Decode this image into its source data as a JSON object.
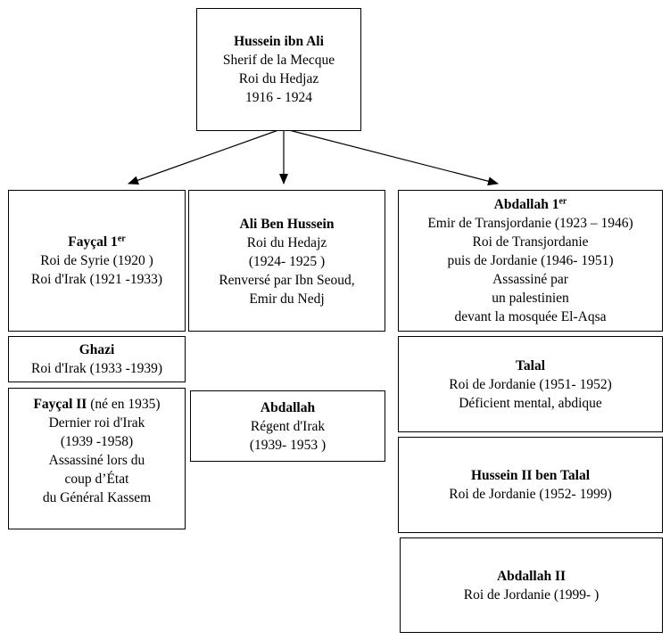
{
  "root": {
    "name": "Hussein ibn Ali",
    "lines": [
      "Sherif de la Mecque",
      "Roi du Hedjaz",
      "1916 - 1924"
    ]
  },
  "faycal1": {
    "name": "Fayçal 1",
    "sup": "er",
    "lines": [
      "Roi de Syrie  (1920 )",
      "Roi d'Irak (1921 -1933)"
    ]
  },
  "ali": {
    "name": "Ali Ben Hussein",
    "lines": [
      "Roi du Hedajz",
      "(1924- 1925 )",
      "Renversé par Ibn Seoud,",
      "Emir du Nedj"
    ]
  },
  "abdallah1": {
    "name": "Abdallah 1",
    "sup": "er",
    "lines": [
      "Emir de Transjordanie (1923 – 1946)",
      "Roi de Transjordanie",
      "puis de Jordanie  (1946- 1951)",
      "Assassiné par",
      "un palestinien",
      "devant la mosquée El-Aqsa"
    ]
  },
  "ghazi": {
    "name": "Ghazi",
    "lines": [
      "Roi d'Irak (1933 -1939)"
    ]
  },
  "faycal2": {
    "name": "Fayçal II",
    "name_suffix": " (né en 1935)",
    "lines": [
      "Dernier roi d'Irak",
      "(1939 -1958)",
      "Assassiné lors du",
      "coup d’État",
      "du Général Kassem"
    ]
  },
  "abdallah_regent": {
    "name": "Abdallah",
    "lines": [
      "Régent d'Irak",
      "(1939- 1953 )"
    ]
  },
  "talal": {
    "name": "Talal",
    "lines": [
      "Roi de Jordanie  (1951- 1952)",
      "Déficient mental, abdique"
    ]
  },
  "hussein2": {
    "name": "Hussein II ben Talal",
    "lines": [
      "Roi de Jordanie  (1952- 1999)"
    ]
  },
  "abdallah2": {
    "name": "Abdallah II",
    "lines": [
      "Roi de Jordanie  (1999- )"
    ]
  }
}
